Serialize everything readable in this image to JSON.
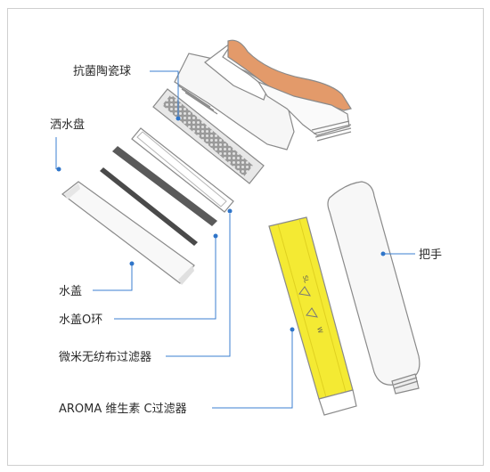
{
  "labels": {
    "ceramic_balls": "抗菌陶瓷球",
    "shower_tray": "洒水盘",
    "handle": "把手",
    "water_cover": "水盖",
    "cover_o_ring": "水盖O环",
    "microfiber_filter": "微米无纺布过滤器",
    "vitamin_c_filter": "AROMA 维生素 C过滤器"
  },
  "colors": {
    "leader_line": "#3b7fd0",
    "copper_cap": "#e39a6a",
    "vitamin_c_filter": "#f4ea33"
  }
}
